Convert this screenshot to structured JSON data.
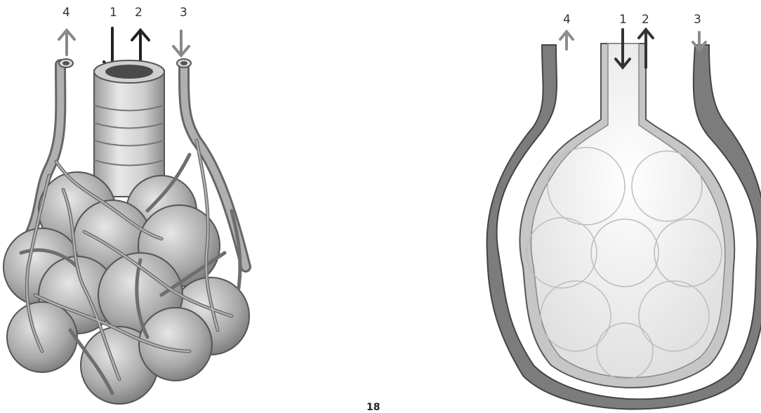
{
  "left_figure": {
    "labels": [
      "4",
      "1",
      "2",
      "3"
    ],
    "colors": {
      "tube": "#bdbdbd",
      "sac": "#b5b5b5",
      "vessel": "#888888",
      "arrow_dark": "#222222",
      "arrow_light": "#888888"
    }
  },
  "right_figure": {
    "labels": [
      "4",
      "1",
      "2",
      "3"
    ],
    "colors": {
      "wall_outer": "#8a8a8a",
      "wall_inner": "#cfcfcf",
      "cavity": "#f2f2f2",
      "arrow_dark": "#333333",
      "arrow_light": "#8c8c8c"
    }
  },
  "page_number": "18"
}
